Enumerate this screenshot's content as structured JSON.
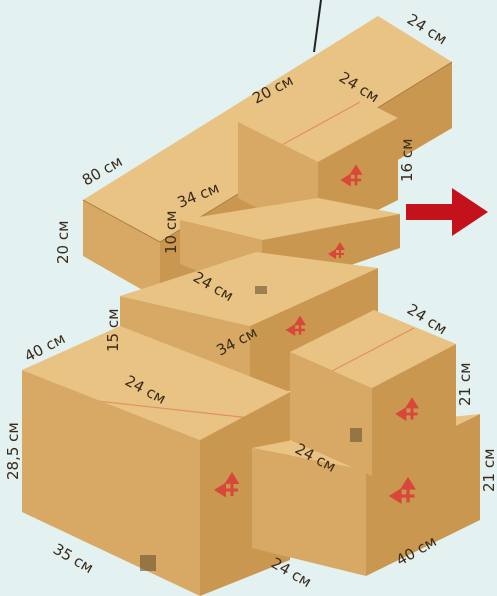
{
  "colors": {
    "background": "#e3f1f0",
    "box_top": "#e8c383",
    "box_left": "#d7a965",
    "box_right": "#c9974f",
    "edge": "#a07840",
    "label": "#3a2a1a",
    "logo": "#d8473a",
    "arrow": "#c3121b"
  },
  "icons": {
    "arrow": "right-arrow-icon",
    "logo": "fragile-arrows-logo-icon",
    "barcode": "barcode-icon"
  },
  "labels": {
    "long_box_top_right": "24 см",
    "long_box_length": "80 см",
    "long_box_height": "20 см",
    "small_top_width": "20 см",
    "small_top_depth": "24 см",
    "small_top_height": "16 см",
    "flat_box_length": "34 см",
    "flat_box_height": "10 см",
    "mid_box_depth": "24 см",
    "mid_box_height": "15 см",
    "mid_box_length": "34 см",
    "big_box_width": "40 см",
    "big_box_depth": "24 см",
    "big_box_height": "28,5 см",
    "big_box_length": "35 см",
    "right_cube_top": "24 см",
    "right_cube_height": "21 см",
    "right_cube_depth": "24 см",
    "right_flat_height": "21 см",
    "right_flat_width": "24 см",
    "right_flat_length": "40 см"
  }
}
